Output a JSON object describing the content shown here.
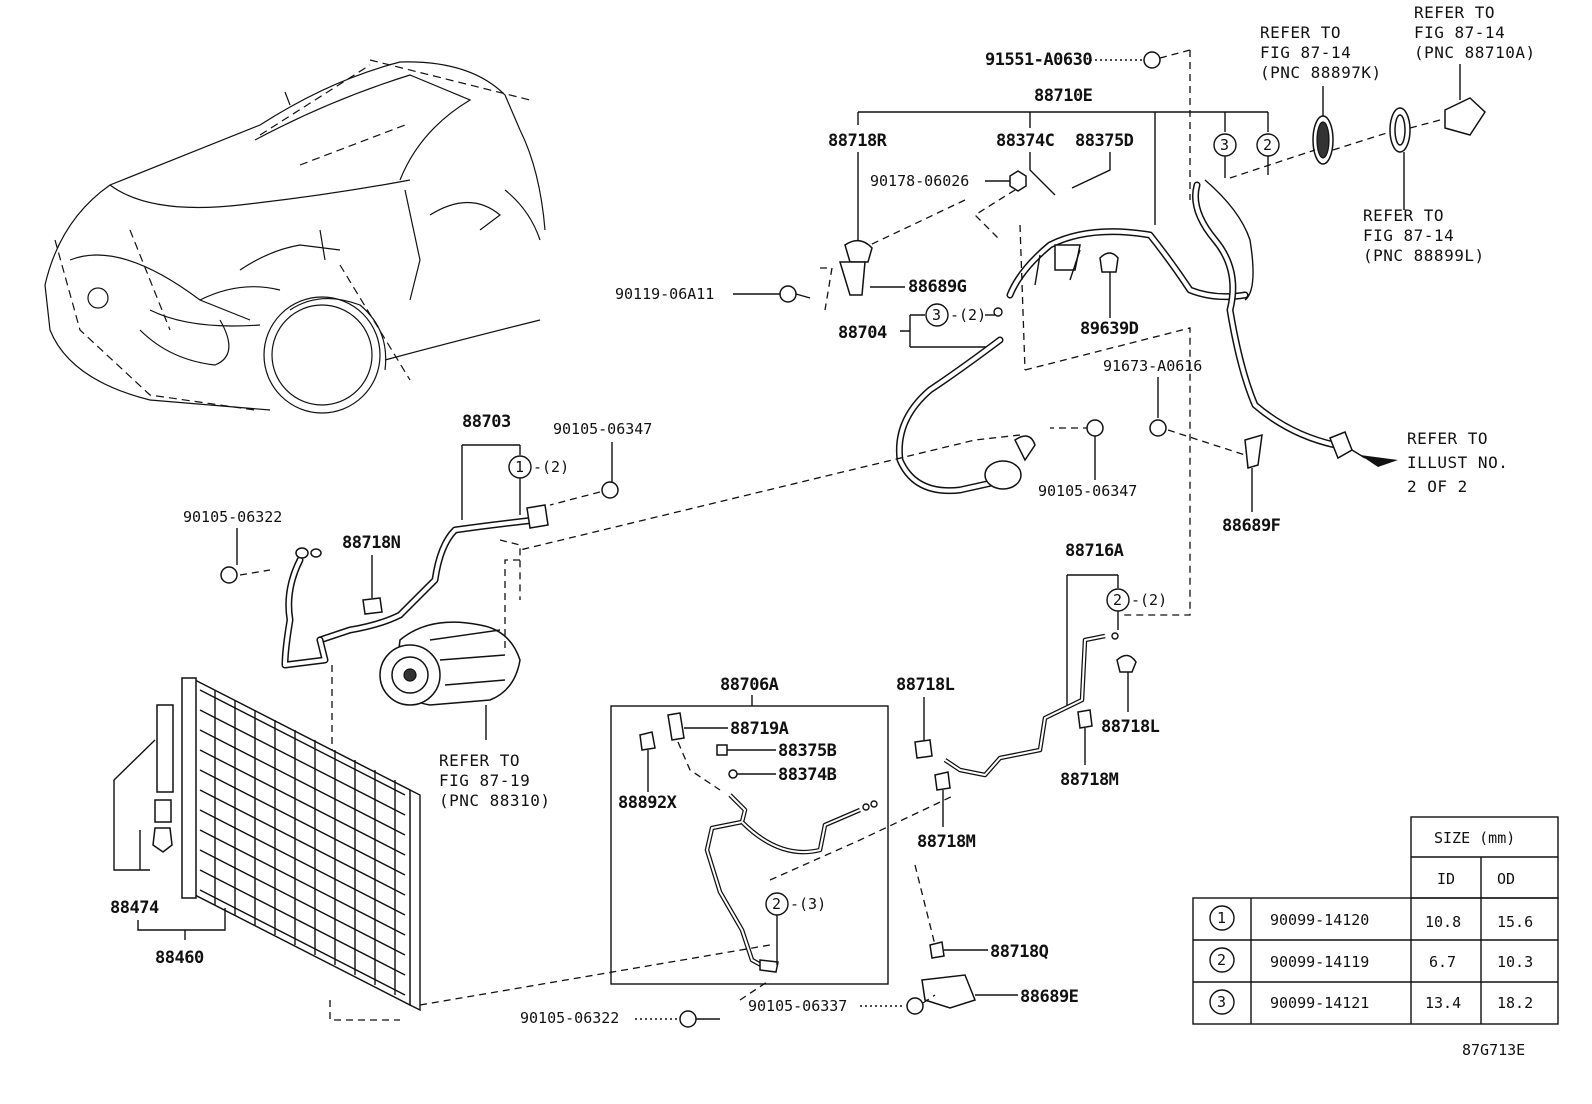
{
  "figure_code": "87G713E",
  "parts": {
    "p91551": "91551-A0630",
    "p88710E": "88710E",
    "p88718R": "88718R",
    "p88374C": "88374C",
    "p88375D": "88375D",
    "p90178": "90178-06026",
    "p88689G": "88689G",
    "p90119": "90119-06A11",
    "p88704": "88704",
    "p89639D": "89639D",
    "p91673": "91673-A0616",
    "p88703": "88703",
    "p90105_06347_a": "90105-06347",
    "p90105_06347_b": "90105-06347",
    "p88689F": "88689F",
    "p90105_06322_a": "90105-06322",
    "p88718N": "88718N",
    "p88716A": "88716A",
    "p88706A": "88706A",
    "p88719A": "88719A",
    "p88375B": "88375B",
    "p88374B": "88374B",
    "p88892X": "88892X",
    "p88718L_a": "88718L",
    "p88718L_b": "88718L",
    "p88718M_a": "88718M",
    "p88718M_b": "88718M",
    "p88718Q": "88718Q",
    "p88689E": "88689E",
    "p90105_06322_b": "90105-06322",
    "p90105_06337": "90105-06337",
    "p88474": "88474",
    "p88460": "88460"
  },
  "refers": {
    "r1": [
      "REFER TO",
      "FIG 87-14",
      "(PNC 88897K)"
    ],
    "r2": [
      "REFER TO",
      "FIG 87-14",
      "(PNC 88710A)"
    ],
    "r3": [
      "REFER TO",
      "FIG 87-14",
      "(PNC 88899L)"
    ],
    "r4": [
      "REFER TO",
      "ILLUST NO.",
      "2 OF 2"
    ],
    "r5": [
      "REFER TO",
      "FIG 87-19",
      "(PNC 88310)"
    ]
  },
  "callouts": {
    "c3_88704": {
      "num": "3",
      "qty": "-(2)"
    },
    "c1_88703": {
      "num": "1",
      "qty": "-(2)"
    },
    "c2_88716A": {
      "num": "2",
      "qty": "-(2)"
    },
    "c2_88706A": {
      "num": "2",
      "qty": "-(3)"
    },
    "c3_88710E": {
      "num": "3"
    },
    "c2_88710E": {
      "num": "2"
    }
  },
  "size_table": {
    "header": "SIZE (mm)",
    "col_id": "ID",
    "col_od": "OD",
    "rows": [
      {
        "key": "1",
        "part": "90099-14120",
        "id": "10.8",
        "od": "15.6"
      },
      {
        "key": "2",
        "part": "90099-14119",
        "id": "6.7",
        "od": "10.3"
      },
      {
        "key": "3",
        "part": "90099-14121",
        "id": "13.4",
        "od": "18.2"
      }
    ]
  }
}
